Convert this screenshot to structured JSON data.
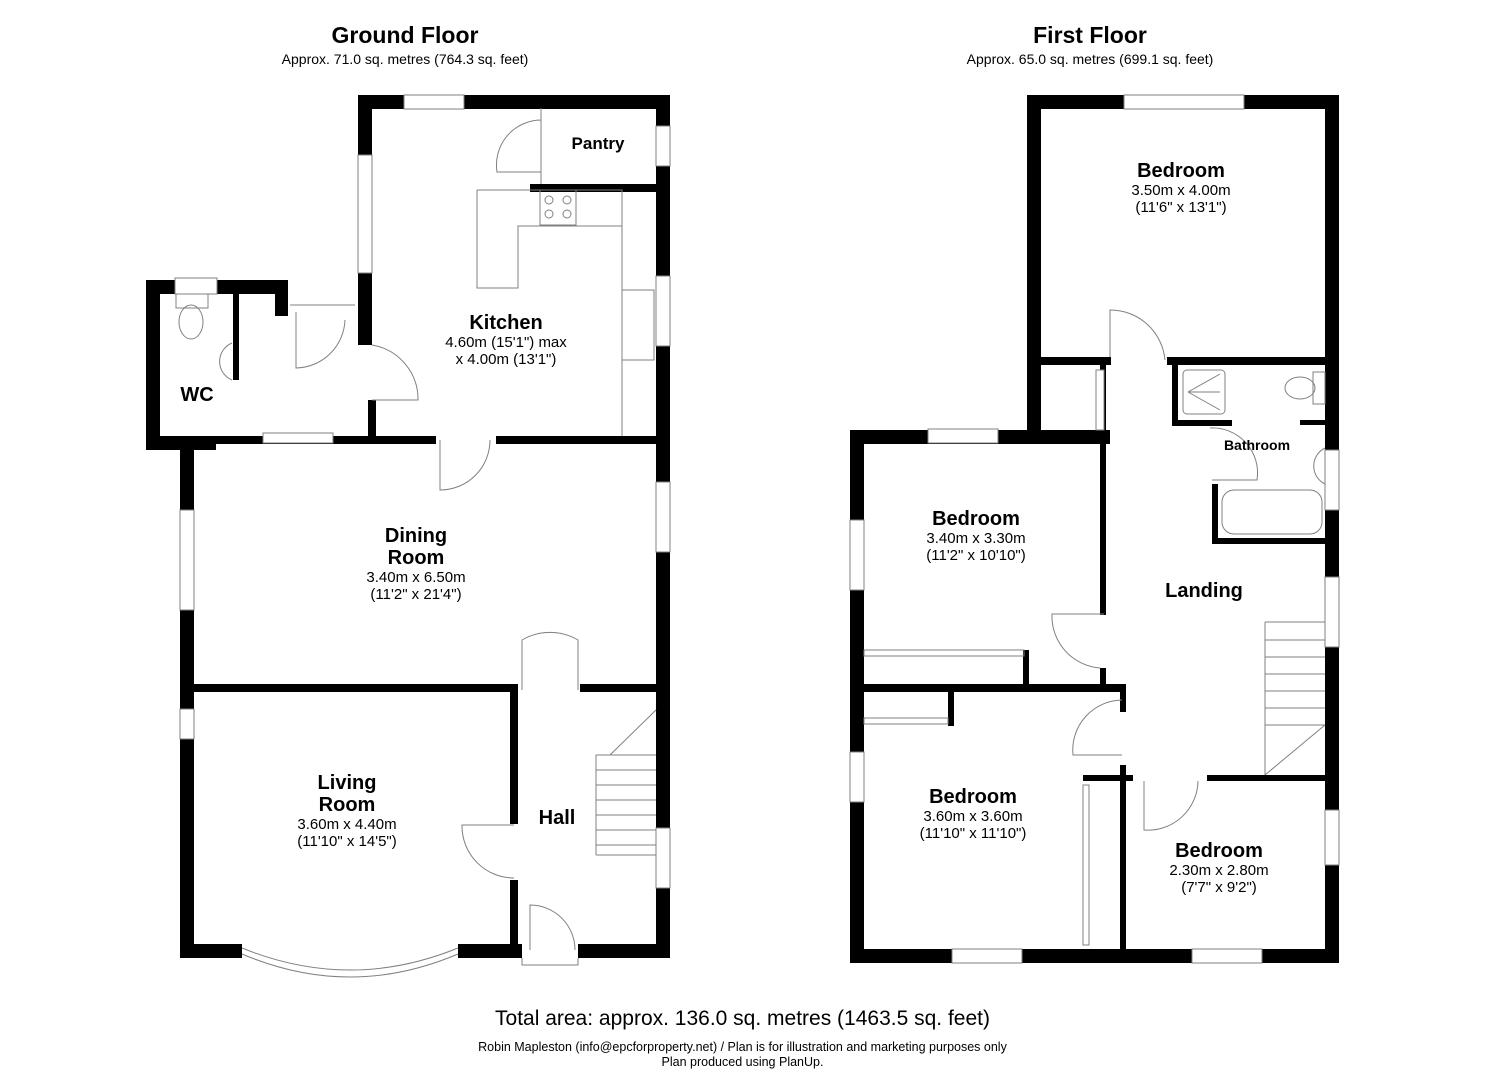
{
  "ground_floor": {
    "title": "Ground Floor",
    "area": "Approx. 71.0 sq. metres (764.3 sq. feet)",
    "rooms": [
      {
        "name": "Pantry",
        "dims": "",
        "dims_imperial": ""
      },
      {
        "name": "Kitchen",
        "dims": "4.60m (15'1\") max",
        "dims_imperial": "x 4.00m (13'1\")"
      },
      {
        "name": "WC",
        "dims": "",
        "dims_imperial": ""
      },
      {
        "name": "Dining",
        "name2": "Room",
        "dims": "3.40m x 6.50m",
        "dims_imperial": "(11'2\" x 21'4\")"
      },
      {
        "name": "Living",
        "name2": "Room",
        "dims": "3.60m x 4.40m",
        "dims_imperial": "(11'10\" x 14'5\")"
      },
      {
        "name": "Hall",
        "dims": "",
        "dims_imperial": ""
      }
    ]
  },
  "first_floor": {
    "title": "First Floor",
    "area": "Approx. 65.0 sq. metres (699.1 sq. feet)",
    "rooms": [
      {
        "name": "Bedroom",
        "dims": "3.50m x 4.00m",
        "dims_imperial": "(11'6\" x 13'1\")"
      },
      {
        "name": "Bathroom",
        "dims": "",
        "dims_imperial": ""
      },
      {
        "name": "Bedroom",
        "dims": "3.40m x 3.30m",
        "dims_imperial": "(11'2\" x 10'10\")"
      },
      {
        "name": "Landing",
        "dims": "",
        "dims_imperial": ""
      },
      {
        "name": "Bedroom",
        "dims": "3.60m x 3.60m",
        "dims_imperial": "(11'10\" x 11'10\")"
      },
      {
        "name": "Bedroom",
        "dims": "2.30m x 2.80m",
        "dims_imperial": "(7'7\" x 9'2\")"
      }
    ]
  },
  "footer": {
    "total_area": "Total area: approx. 136.0 sq. metres (1463.5 sq. feet)",
    "credit_line1": "Robin Mapleston (info@epcforproperty.net) / Plan is for illustration and marketing purposes only",
    "credit_line2": "Plan produced using PlanUp."
  },
  "colors": {
    "wall": "#000000",
    "line": "#808080",
    "background": "#ffffff"
  }
}
